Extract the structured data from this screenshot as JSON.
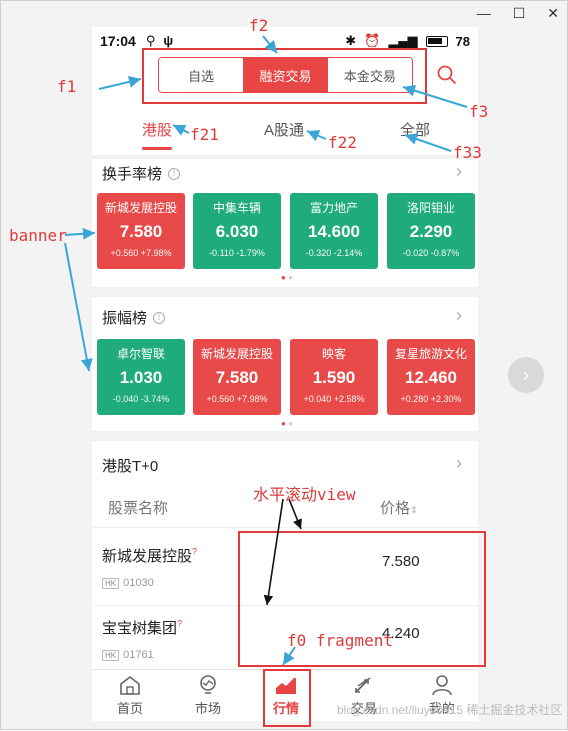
{
  "status": {
    "time": "17:04",
    "battery": "78"
  },
  "segments": [
    "自选",
    "融资交易",
    "本金交易"
  ],
  "subtabs": [
    "港股",
    "A股通",
    "全部"
  ],
  "sections": {
    "turnover": {
      "title": "换手率榜",
      "tiles": [
        {
          "name": "新城发展控股",
          "price": "7.580",
          "change": "+0.560 +7.98%",
          "color": "red"
        },
        {
          "name": "中集车辆",
          "price": "6.030",
          "change": "-0.110 -1.79%",
          "color": "green"
        },
        {
          "name": "富力地产",
          "price": "14.600",
          "change": "-0.320 -2.14%",
          "color": "green"
        },
        {
          "name": "洛阳钼业",
          "price": "2.290",
          "change": "-0.020 -0.87%",
          "color": "green"
        }
      ]
    },
    "amplitude": {
      "title": "振幅榜",
      "tiles": [
        {
          "name": "卓尔智联",
          "price": "1.030",
          "change": "-0.040 -3.74%",
          "color": "green"
        },
        {
          "name": "新城发展控股",
          "price": "7.580",
          "change": "+0.560 +7.98%",
          "color": "red"
        },
        {
          "name": "映客",
          "price": "1.590",
          "change": "+0.040 +2.58%",
          "color": "red"
        },
        {
          "name": "复星旅游文化",
          "price": "12.460",
          "change": "+0.280 +2.30%",
          "color": "red"
        }
      ]
    },
    "t0": {
      "title": "港股T+0",
      "col_name": "股票名称",
      "col_price": "价格",
      "rows": [
        {
          "name": "新城发展控股",
          "market": "HK",
          "code": "01030",
          "price": "7.580"
        },
        {
          "name": "宝宝树集团",
          "market": "HK",
          "code": "01761",
          "price": "4.240"
        }
      ]
    }
  },
  "tabbar": [
    "首页",
    "市场",
    "行情",
    "交易",
    "我的"
  ],
  "annotations": {
    "f1": "f1",
    "f2": "f2",
    "f3": "f3",
    "f21": "f21",
    "f22": "f22",
    "f33": "f33",
    "banner": "banner",
    "hscroll": "水平滚动view",
    "f0": "f0 fragment"
  },
  "watermark": "blog.csdn.net/liuyu0915 稀土掘金技术社区"
}
